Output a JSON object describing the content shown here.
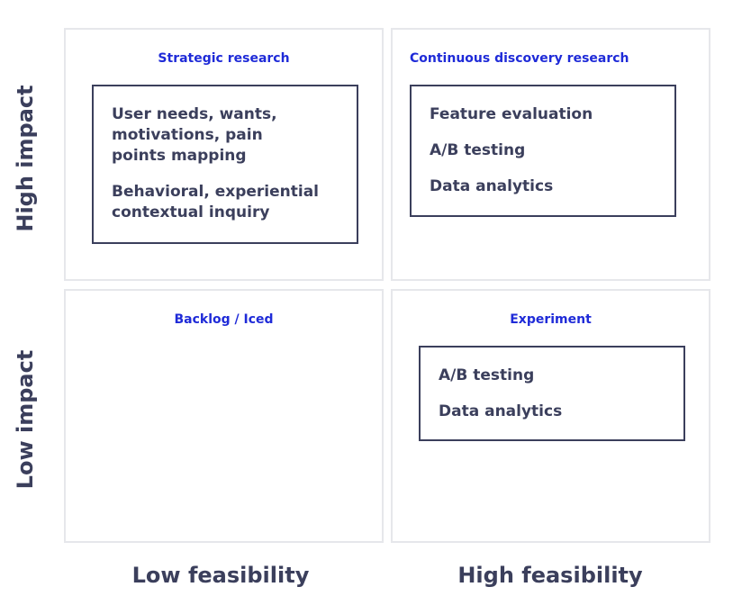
{
  "quadrants": {
    "top_left": {
      "title": "Strategic research",
      "items": [
        "User needs, wants, motivations, pain points mapping",
        "Behavioral, experiential contextual inquiry"
      ]
    },
    "top_right": {
      "title": "Continuous discovery research",
      "items": [
        "Feature evaluation",
        "A/B testing",
        "Data analytics"
      ]
    },
    "bottom_left": {
      "title": "Backlog / Iced",
      "items": []
    },
    "bottom_right": {
      "title": "Experiment",
      "items": [
        "A/B testing",
        "Data analytics"
      ]
    }
  },
  "axes": {
    "y_top": "High impact",
    "y_bottom": "Low impact",
    "x_left": "Low feasibility",
    "x_right": "High feasibility"
  },
  "colors": {
    "quadrant_title": "#1f2bd8",
    "text": "#3b3f5c",
    "quadrant_border": "#e6e7eb",
    "box_border": "#3b3f5c"
  }
}
